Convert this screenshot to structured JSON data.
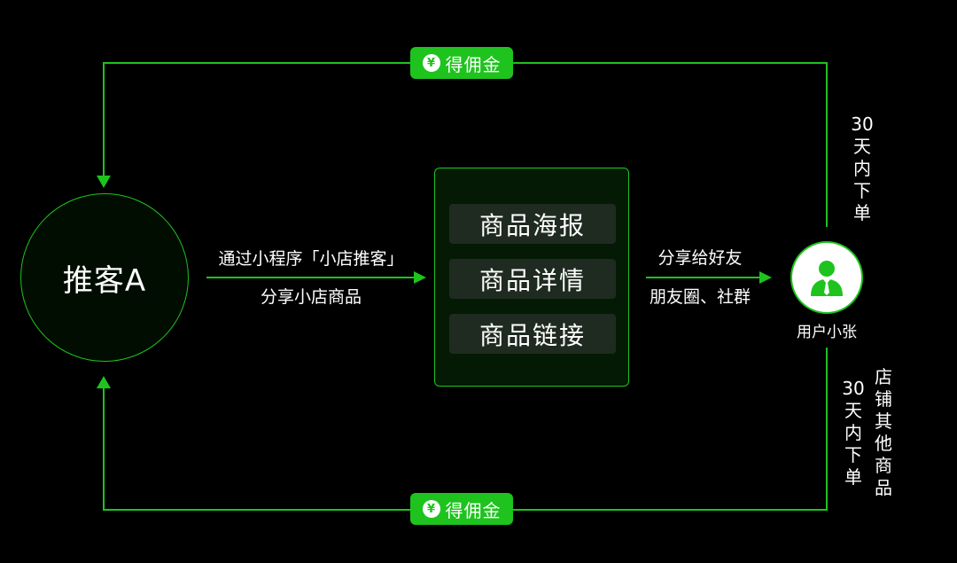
{
  "top_badge": {
    "icon": "yen-icon",
    "symbol": "¥",
    "label": "得佣金"
  },
  "bottom_badge": {
    "icon": "yen-icon",
    "symbol": "¥",
    "label": "得佣金"
  },
  "node_a": {
    "label": "推客A"
  },
  "edge_left": {
    "line1": "通过小程序「小店推客」",
    "line2": "分享小店商品"
  },
  "panel": {
    "items": [
      {
        "label": "商品海报"
      },
      {
        "label": "商品详情"
      },
      {
        "label": "商品链接"
      }
    ]
  },
  "edge_right": {
    "line1": "分享给好友",
    "line2": "朋友圈、社群"
  },
  "user": {
    "icon": "user-icon",
    "label": "用户小张"
  },
  "top_right_note": {
    "number": "30",
    "text": "天内下单"
  },
  "bottom_right_note": {
    "number": "30",
    "text": "天内下单",
    "extra": "店铺其他商品"
  },
  "colors": {
    "accent": "#1ec31e",
    "background": "#000000",
    "panel_item": "#1f2b21"
  }
}
